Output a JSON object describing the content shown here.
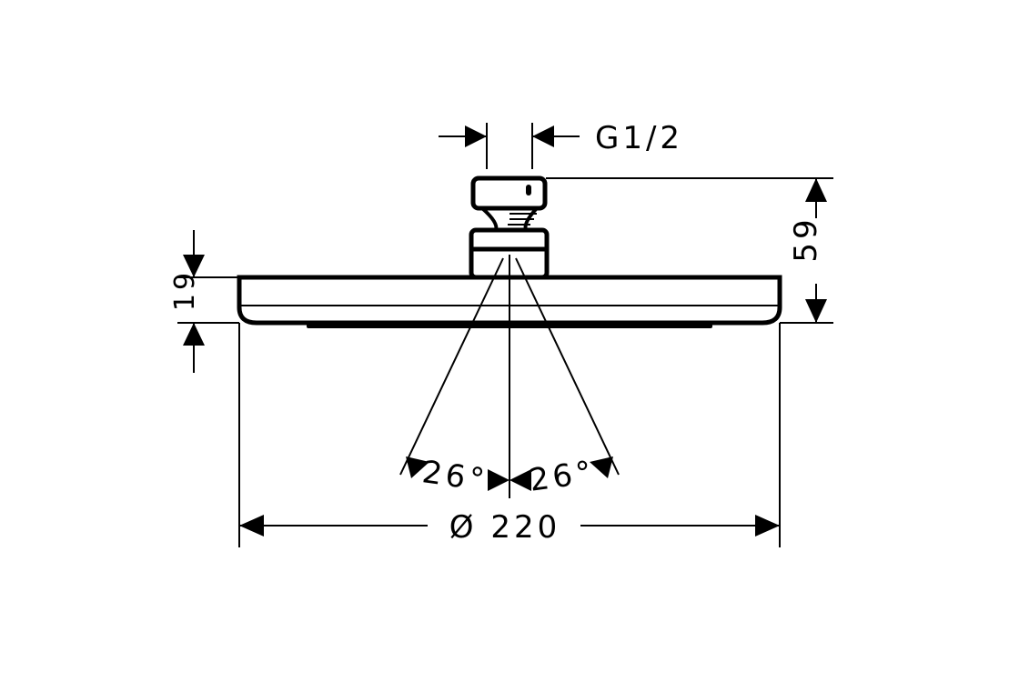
{
  "drawing": {
    "thread_label": "G1/2",
    "height_label": "59",
    "thickness_label": "19",
    "angle_left_label": "26°",
    "angle_right_label": "26°",
    "diameter_label": "Ø 220",
    "line_color": "#000000",
    "background": "#ffffff"
  }
}
